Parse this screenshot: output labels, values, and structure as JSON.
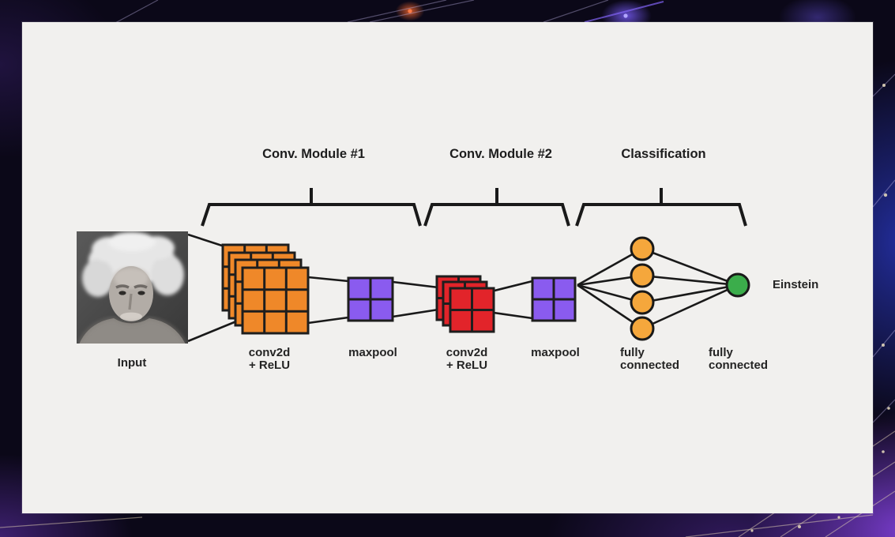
{
  "diagram": {
    "sections": [
      {
        "label": "Conv. Module #1"
      },
      {
        "label": "Conv. Module #2"
      },
      {
        "label": "Classification"
      }
    ],
    "input_label": "Input",
    "stages": {
      "conv1": {
        "line1": "conv2d",
        "line2": "+ ReLU"
      },
      "pool1": {
        "label": "maxpool"
      },
      "conv2": {
        "line1": "conv2d",
        "line2": "+ ReLU"
      },
      "pool2": {
        "label": "maxpool"
      },
      "fc1": {
        "line1": "fully",
        "line2": "connected"
      },
      "fc2": {
        "line1": "fully",
        "line2": "connected"
      }
    },
    "output_label": "Einstein",
    "structure": {
      "conv1_feature_maps": 4,
      "conv1_grid": "3x3",
      "pool1_grid": "2x2",
      "conv2_feature_maps": 3,
      "conv2_grid": "2x2",
      "pool2_grid": "2x2",
      "fc1_nodes": 4,
      "output_nodes": 1
    },
    "colors": {
      "conv1_fill": "#EF8829",
      "pool_fill": "#8A5BEF",
      "conv2_fill": "#E2242A",
      "fc_node_fill": "#F5A73C",
      "output_node_fill": "#3BAD4B",
      "stroke": "#1E1E1E",
      "card_bg": "#F1F0EE",
      "page_bg": "#0B0818"
    }
  }
}
